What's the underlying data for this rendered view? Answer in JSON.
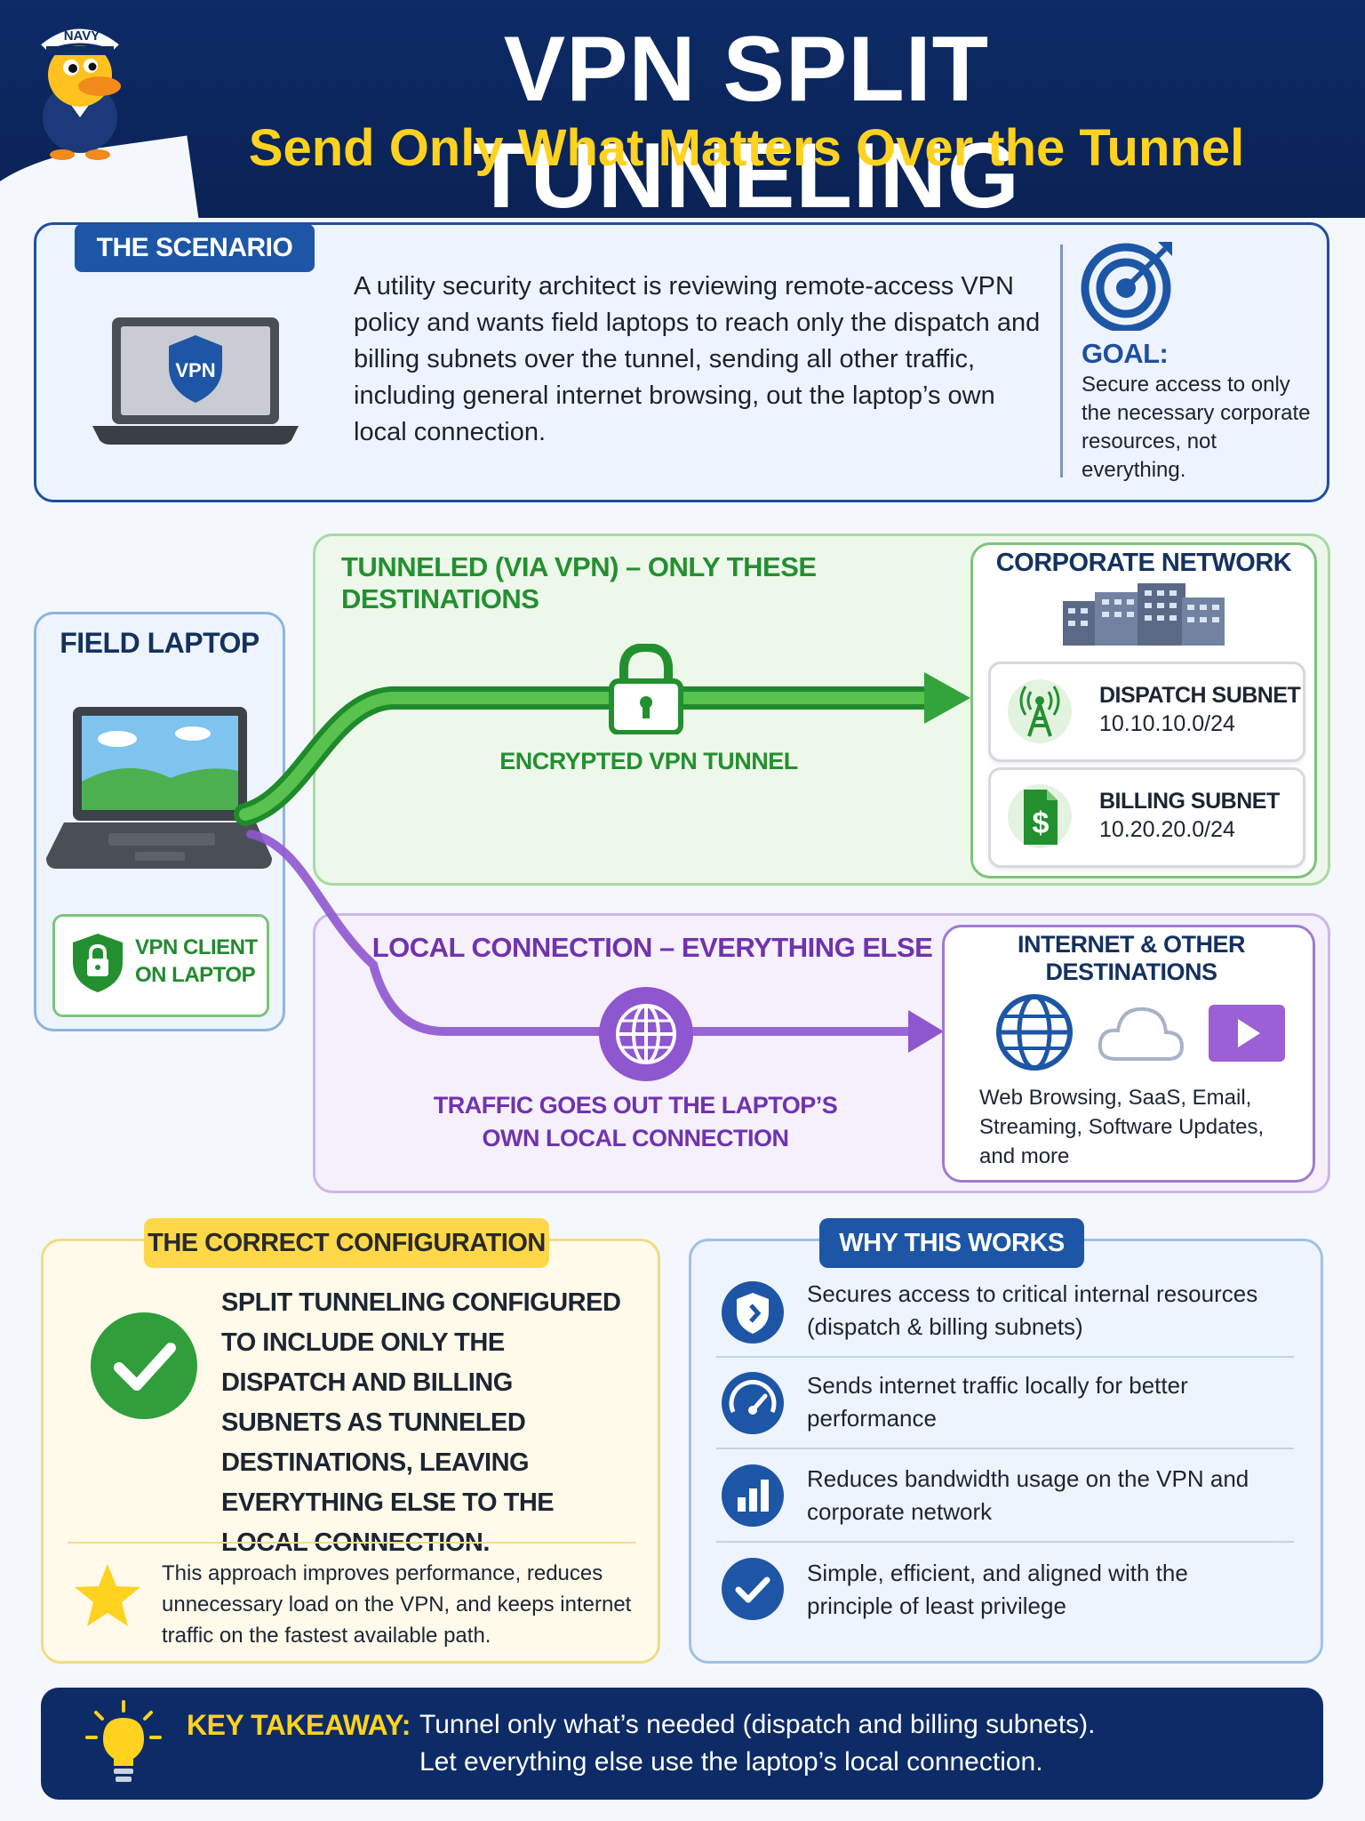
{
  "header": {
    "title": "VPN SPLIT TUNNELING",
    "subtitle": "Send Only What Matters Over the Tunnel",
    "mascot_hat_text": "NAVY"
  },
  "scenario": {
    "tag": "THE SCENARIO",
    "laptop_shield_text": "VPN",
    "text": "A utility security architect is reviewing remote-access VPN policy and wants field laptops to reach only the dispatch and billing subnets over the tunnel, sending all other traffic, including general internet browsing, out the laptop’s own local connection.",
    "goal_title": "GOAL:",
    "goal_text": "Secure access to only the necessary corporate resources, not everything."
  },
  "laptop": {
    "title": "FIELD LAPTOP",
    "vpn_client_label": "VPN CLIENT ON LAPTOP"
  },
  "tunnel": {
    "title": "TUNNELED (VIA VPN) – ONLY THESE DESTINATIONS",
    "label": "ENCRYPTED VPN TUNNEL",
    "corporate_title": "CORPORATE NETWORK",
    "subnets": [
      {
        "name": "DISPATCH SUBNET",
        "cidr": "10.10.10.0/24",
        "icon": "radio-tower-icon"
      },
      {
        "name": "BILLING SUBNET",
        "cidr": "10.20.20.0/24",
        "icon": "dollar-document-icon"
      }
    ]
  },
  "local": {
    "title": "LOCAL CONNECTION – EVERYTHING ELSE",
    "label": "TRAFFIC GOES OUT THE LAPTOP’S OWN LOCAL CONNECTION",
    "internet_title": "INTERNET & OTHER DESTINATIONS",
    "internet_text": "Web Browsing, SaaS, Email, Streaming, Software Updates, and more"
  },
  "config": {
    "tag": "THE CORRECT CONFIGURATION",
    "text": "SPLIT TUNNELING CONFIGURED TO INCLUDE ONLY THE DISPATCH AND BILLING SUBNETS AS TUNNELED DESTINATIONS, LEAVING EVERYTHING ELSE TO THE LOCAL CONNECTION.",
    "note": "This approach improves performance, reduces unnecessary load on the VPN, and keeps internet traffic on the fastest available path."
  },
  "why": {
    "tag": "WHY THIS WORKS",
    "items": [
      {
        "text": "Secures access to critical internal resources (dispatch & billing subnets)",
        "icon": "shield-icon"
      },
      {
        "text": "Sends internet traffic locally for better performance",
        "icon": "speedometer-icon"
      },
      {
        "text": "Reduces bandwidth usage on the VPN and corporate network",
        "icon": "bar-chart-icon"
      },
      {
        "text": "Simple, efficient, and aligned with the principle of least privilege",
        "icon": "check-icon"
      }
    ]
  },
  "takeaway": {
    "label": "KEY TAKEAWAY:",
    "line1": "Tunnel only what’s needed (dispatch and billing subnets).",
    "line2": "Let everything else use the laptop’s local connection."
  },
  "colors": {
    "navy": "#0d2b66",
    "brand_blue": "#1d56a6",
    "yellow": "#ffd21f",
    "tunnel_green": "#23902f",
    "local_purple": "#7032b0"
  }
}
